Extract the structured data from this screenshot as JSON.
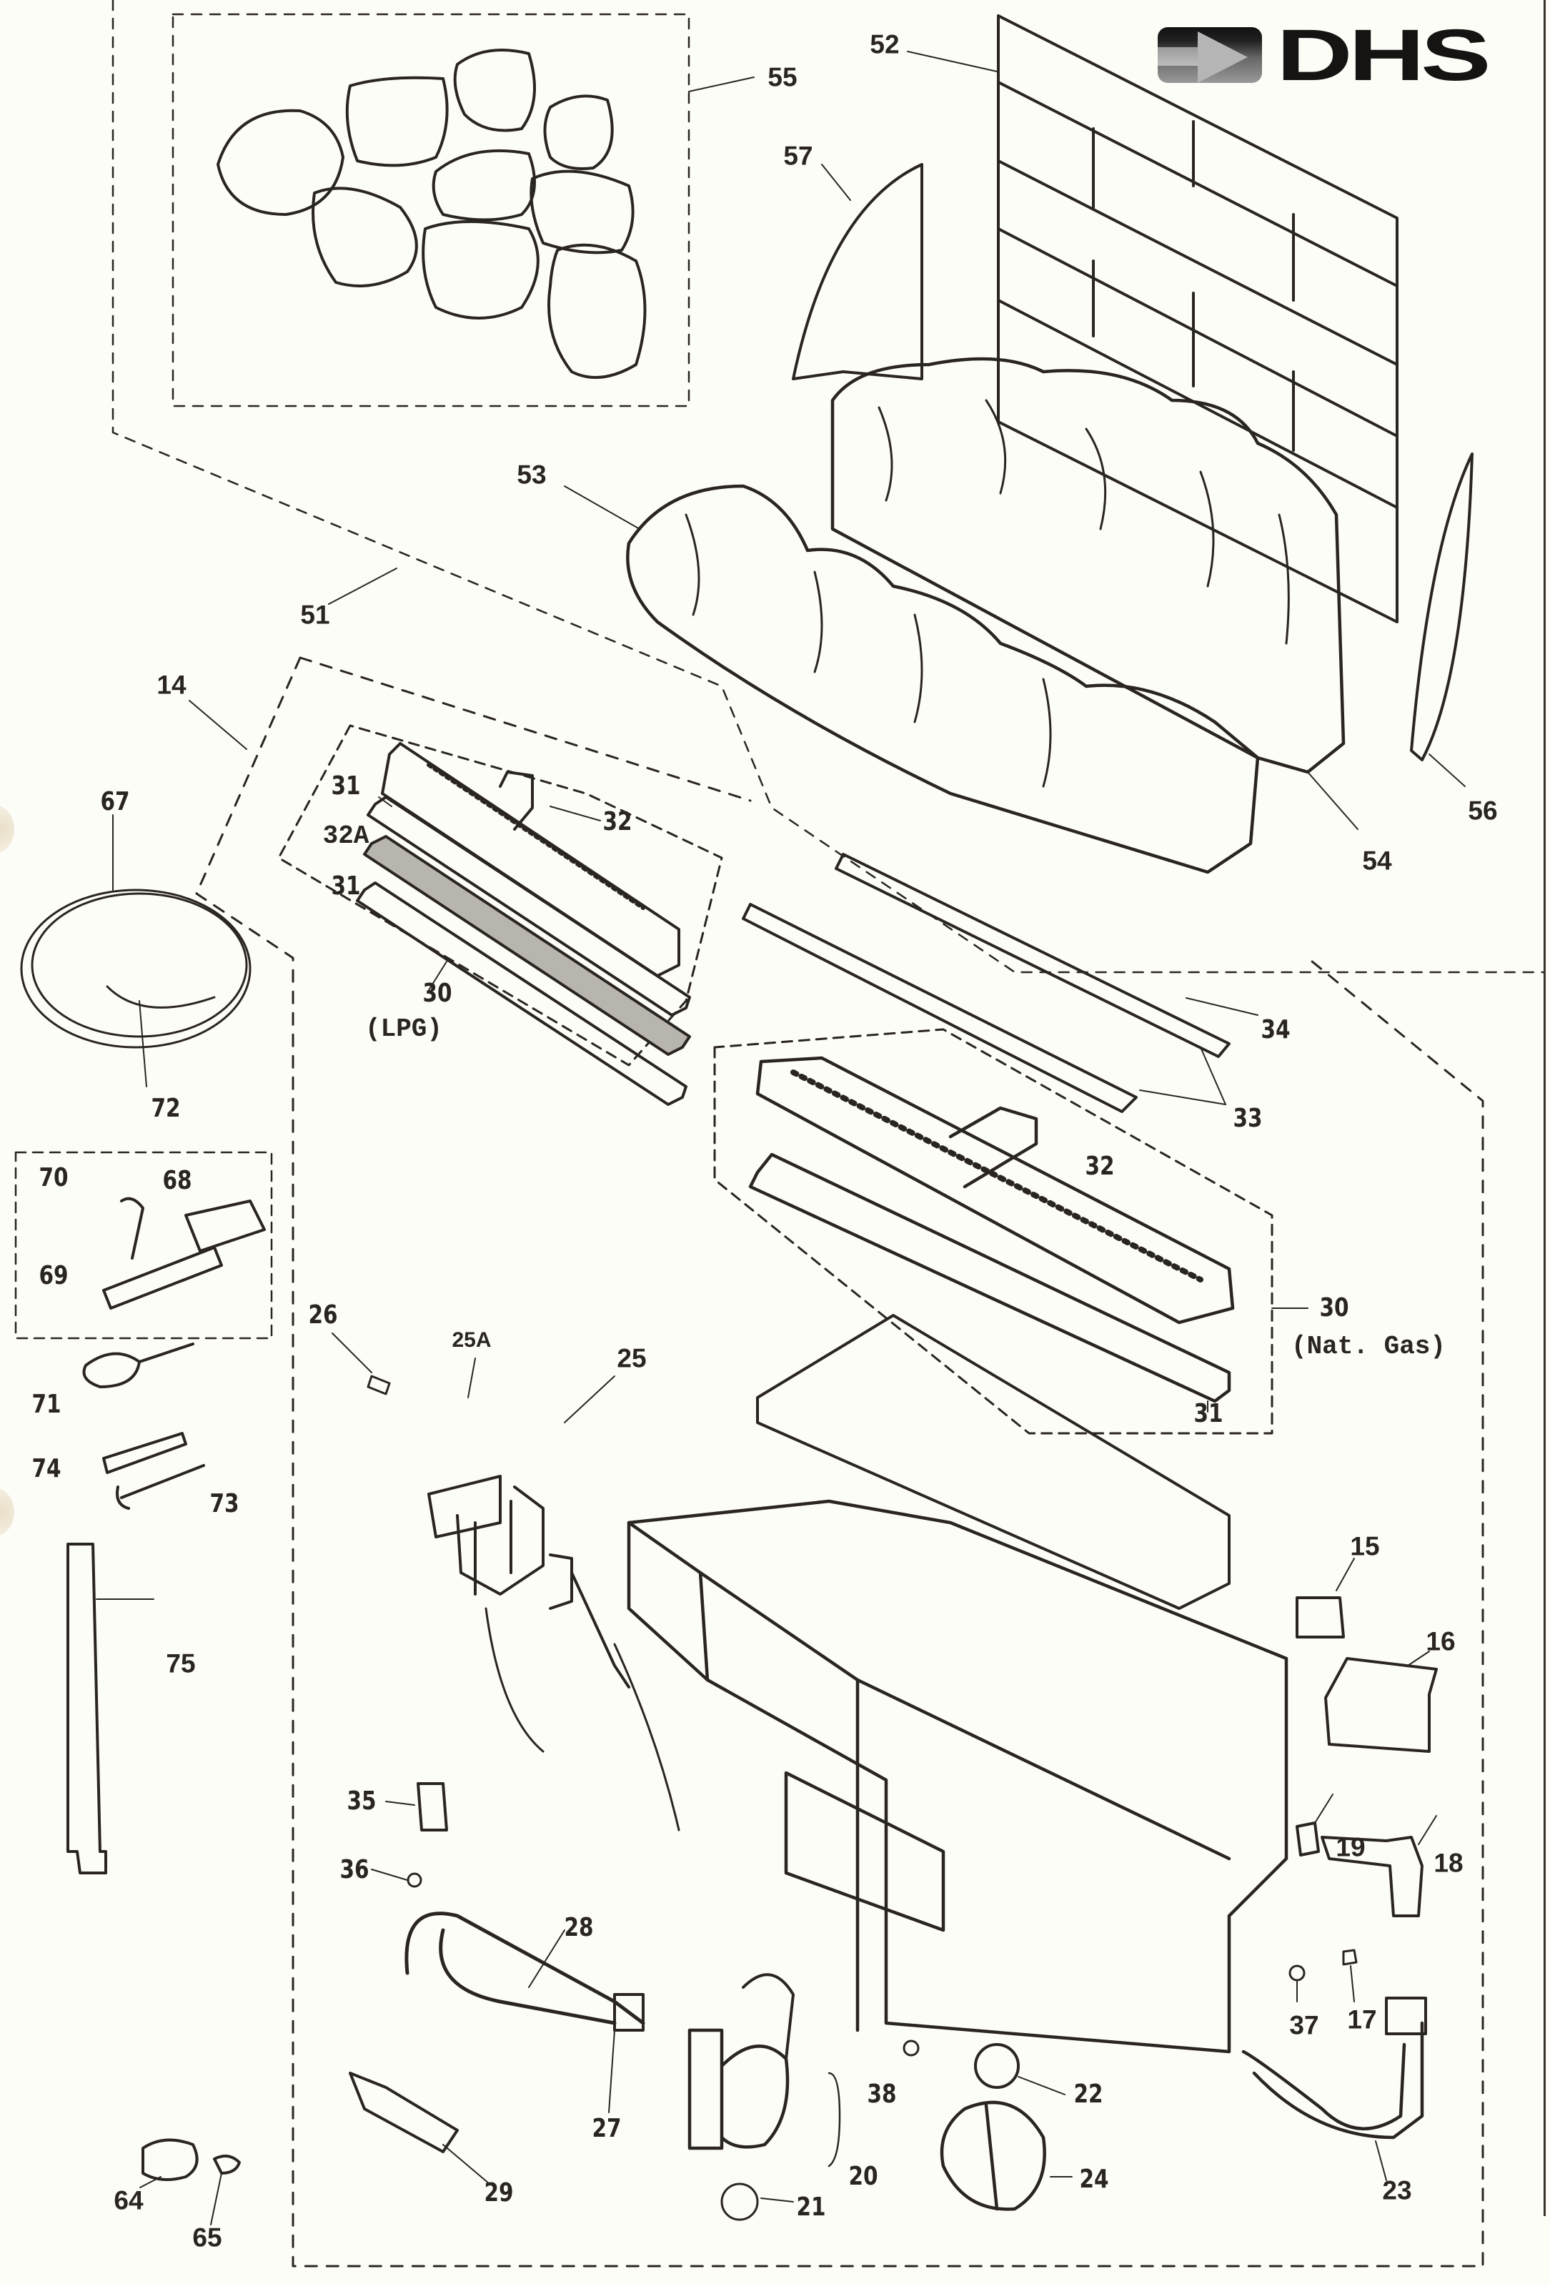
{
  "brand": {
    "logo_text": "DHS",
    "logo_icon": "arrow-right-icon"
  },
  "diagram": {
    "title": "Exploded parts view — gas log fireplace burner assembly",
    "colors": {
      "paper": "#fdfdf8",
      "ink": "#2a2520",
      "dash": "#3a332b"
    },
    "callouts": {
      "p55": "55",
      "p52": "52",
      "p57": "57",
      "p53": "53",
      "p51": "51",
      "p14": "14",
      "p67": "67",
      "p31a": "31",
      "p32a": "32",
      "p32A": "32A",
      "p31b": "31",
      "p30lpg": "30",
      "p30lpg_note": "(LPG)",
      "p72": "72",
      "p70": "70",
      "p68": "68",
      "p69": "69",
      "p71": "71",
      "p74": "74",
      "p73": "73",
      "p26": "26",
      "p25A": "25A",
      "p25": "25",
      "p75": "75",
      "p56": "56",
      "p54": "54",
      "p34": "34",
      "p33": "33",
      "p32b": "32",
      "p30ng": "30",
      "p30ng_note": "(Nat. Gas)",
      "p31c": "31",
      "p15": "15",
      "p16": "16",
      "p19": "19",
      "p18": "18",
      "p35": "35",
      "p36": "36",
      "p28": "28",
      "p37": "37",
      "p17": "17",
      "p27": "27",
      "p38": "38",
      "p22": "22",
      "p20": "20",
      "p24": "24",
      "p29": "29",
      "p21": "21",
      "p23": "23",
      "p64": "64",
      "p65": "65"
    }
  }
}
